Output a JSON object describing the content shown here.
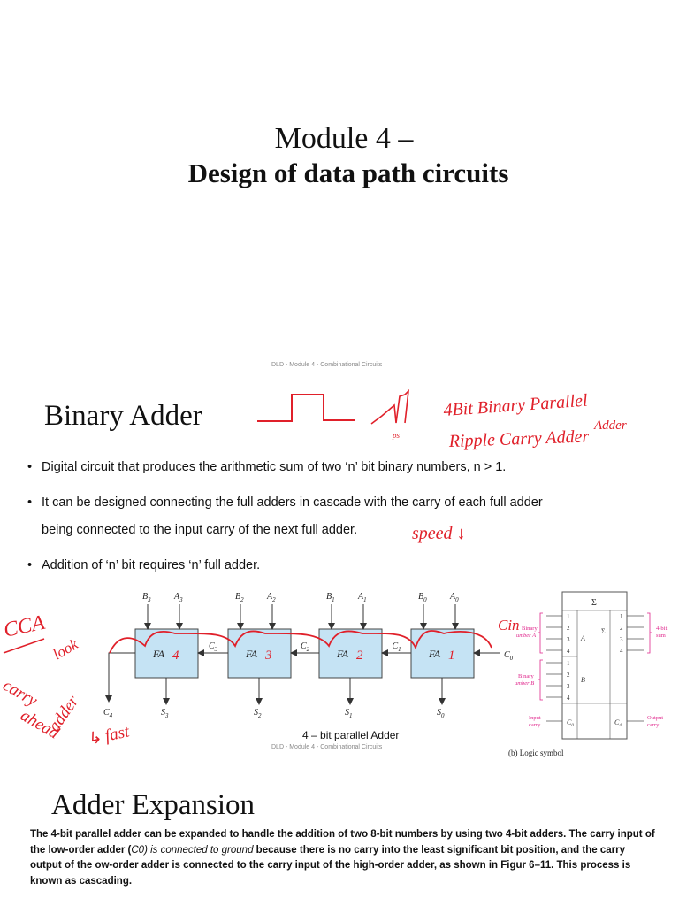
{
  "slide1": {
    "title_line1": "Module 4 –",
    "title_line2": "Design of data path circuits"
  },
  "footer_text": "DLD - Module 4 - Combinational Circuits",
  "slide2": {
    "heading": "Binary Adder",
    "bullets": [
      "Digital circuit that produces the arithmetic sum of two ‘n’ bit binary numbers, n > 1.",
      "It can be designed connecting the full adders in cascade with the carry of each full adder",
      "being connected to the input carry of the next full adder.",
      "Addition of ‘n’ bit requires ‘n’ full adder."
    ],
    "bullet_char": "•",
    "diagram": {
      "caption": "4 – bit parallel Adder",
      "fa_label": "FA",
      "blocks": [
        {
          "b": "B",
          "b_sub": "3",
          "a": "A",
          "a_sub": "3",
          "s": "S",
          "s_sub": "3",
          "hand": "4"
        },
        {
          "b": "B",
          "b_sub": "2",
          "a": "A",
          "a_sub": "2",
          "s": "S",
          "s_sub": "2",
          "hand": "3"
        },
        {
          "b": "B",
          "b_sub": "1",
          "a": "A",
          "a_sub": "1",
          "s": "S",
          "s_sub": "1",
          "hand": "2"
        },
        {
          "b": "B",
          "b_sub": "0",
          "a": "A",
          "a_sub": "0",
          "s": "S",
          "s_sub": "0",
          "hand": "1"
        }
      ],
      "carries": [
        "C",
        "C",
        "C"
      ],
      "carry_subs": [
        "3",
        "2",
        "1"
      ],
      "c0": "C",
      "c0_sub": "0",
      "c4": "C",
      "c4_sub": "4"
    },
    "logic_symbol": {
      "sigma": "Σ",
      "input_a_label_1": "Binary",
      "input_a_label_2": "umber A",
      "input_b_label_1": "Binary",
      "input_b_label_2": "umber B",
      "input_carry_1": "Input",
      "input_carry_2": "carry",
      "output_sum_1": "4-bit",
      "output_sum_2": "sum",
      "output_carry_1": "Output",
      "output_carry_2": "carry",
      "pins": [
        "1",
        "2",
        "3",
        "4"
      ],
      "a_letter": "A",
      "b_letter": "B",
      "sum_letter": "Σ",
      "c0": "C",
      "c0_sub": "0",
      "c4": "C",
      "c4_sub": "4",
      "caption": "(b) Logic symbol"
    },
    "handwriting": {
      "note1_line1": "4Bit Binary Parallel",
      "note1_adder": "Adder",
      "note1_line2": "Ripple Carry Adder",
      "ps": "ps",
      "speed": "speed ↓",
      "cca": "CCA",
      "look": "look",
      "carry": "carry",
      "ahead": "ahead",
      "adder": "adder",
      "fast": "↳ fast",
      "cin": "Cin"
    }
  },
  "slide3": {
    "heading": "Adder Expansion",
    "para_a": "The 4-bit parallel adder can be expanded to handle the addition of two 8-bit numbers by using two 4-bit adders. The carry input of the low-order adder (",
    "para_italic": "C0) is connected to ground",
    "para_b": " because there is no carry into the least significant bit position, and the carry output of the ow-order adder is connected to the carry input of the high-order adder, as shown in Figur 6–11. This process is known as cascading."
  },
  "colors": {
    "ink_red": "#e0202a",
    "fa_fill": "#c5e3f4",
    "pink": "#e0268c"
  }
}
